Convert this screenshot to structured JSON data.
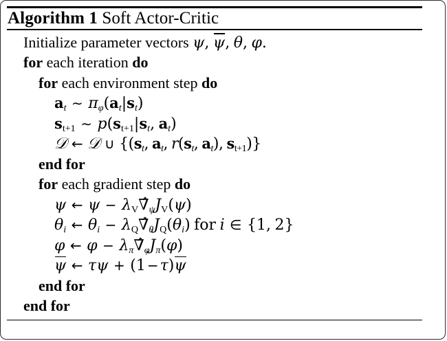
{
  "document": {
    "type": "algorithm-pseudocode-block",
    "frame_border_color": "#2b2b2b",
    "background_color": "#ffffff",
    "text_color": "#000000"
  },
  "algorithm": {
    "label": "Algorithm 1",
    "name": "Soft Actor-Critic",
    "lines": [
      {
        "indent": 1,
        "id": "initialize",
        "text": "Initialize parameter vectors ψ, ψ̄, θ, φ."
      },
      {
        "indent": 1,
        "id": "for-iteration",
        "text": "for each iteration do"
      },
      {
        "indent": 2,
        "id": "for-env-step",
        "text": "for each environment step do"
      },
      {
        "indent": 3,
        "id": "sample-action",
        "text": "a_t ∼ π_φ(a_t|s_t)"
      },
      {
        "indent": 3,
        "id": "sample-next-state",
        "text": "s_{t+1} ∼ p(s_{t+1}|s_t, a_t)"
      },
      {
        "indent": 3,
        "id": "update-buffer",
        "text": "D ← D ∪ {(s_t, a_t, r(s_t, a_t), s_{t+1})}"
      },
      {
        "indent": 2,
        "id": "end-for-env-step",
        "text": "end for"
      },
      {
        "indent": 2,
        "id": "for-gradient-step",
        "text": "for each gradient step do"
      },
      {
        "indent": 3,
        "id": "update-psi",
        "text": "ψ ← ψ − λ_V ∇̂_ψ J_V(ψ)"
      },
      {
        "indent": 3,
        "id": "update-theta",
        "text": "θ_i ← θ_i − λ_Q ∇̂_{θ_i} J_Q(θ_i) for i ∈ {1, 2}"
      },
      {
        "indent": 3,
        "id": "update-phi",
        "text": "φ ← φ − λ_π ∇̂_φ J_π(φ)"
      },
      {
        "indent": 3,
        "id": "update-psi-bar",
        "text": "ψ̄ ← τψ + (1 − τ)ψ̄"
      },
      {
        "indent": 2,
        "id": "end-for-gradient-step",
        "text": "end for"
      },
      {
        "indent": 1,
        "id": "end-for-iteration",
        "text": "end for"
      }
    ],
    "keywords": {
      "for": "for",
      "do": "do",
      "end_for": "end for"
    },
    "text_fragments": {
      "initialize_words": "Initialize parameter vectors",
      "each_iteration": "each iteration",
      "each_environment_step": "each environment step",
      "each_gradient_step": "each gradient step",
      "for_i_in": "for",
      "period": "."
    },
    "symbols": {
      "psi": "ψ",
      "psi_bar": "ψ̄",
      "theta": "θ",
      "phi": "φ",
      "pi": "π",
      "tau": "τ",
      "lambda": "λ",
      "nabla_hat": "∇̂",
      "script_d": "𝒟",
      "arrow_left": "←",
      "tilde_sim": "∼",
      "union": "∪",
      "element_of": "∈",
      "minus": "−",
      "plus": "+",
      "comma": ",",
      "bar_mid": "|",
      "J": "J",
      "p": "p",
      "r": "r",
      "V": "V",
      "Q": "Q",
      "one": "1",
      "two": "2",
      "i_index": "i",
      "t_index": "t",
      "t_plus_1": "t+1",
      "a_vec": "a",
      "s_vec": "s"
    }
  }
}
